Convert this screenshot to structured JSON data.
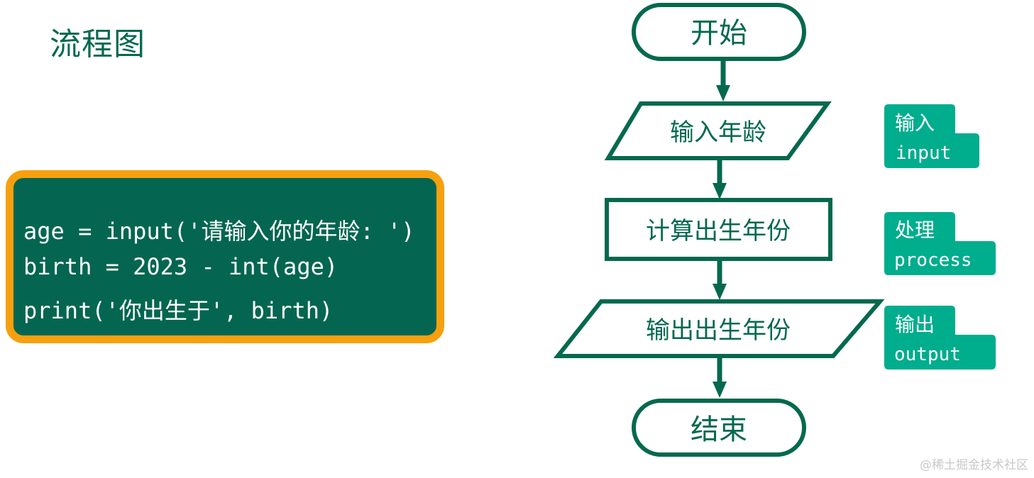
{
  "title": "流程图",
  "code": {
    "lines": [
      "age = input('请输入你的年龄: ')",
      "birth = 2023 - int(age)",
      "print('你出生于', birth)"
    ]
  },
  "flowchart": {
    "start": "开始",
    "input": "输入年龄",
    "process": "计算出生年份",
    "output": "输出出生年份",
    "end": "结束"
  },
  "legend": {
    "input": {
      "cn": "输入",
      "en": "input"
    },
    "process": {
      "cn": "处理",
      "en": "process"
    },
    "output": {
      "cn": "输出",
      "en": "output"
    }
  },
  "watermark": "@稀土掘金技术社区",
  "colors": {
    "primary": "#04694e",
    "code_bg": "#046650",
    "code_border": "#f7a00f",
    "tag": "#00ad8d"
  }
}
